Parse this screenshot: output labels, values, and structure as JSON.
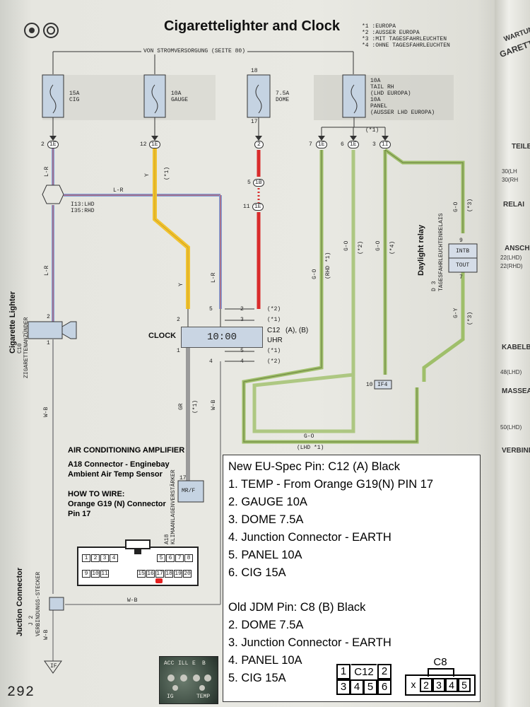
{
  "title": "Cigarettelighter and Clock",
  "header_note": "VON STROMVERSORGUNG (SEITE 80)",
  "legend": [
    "*1 :EUROPA",
    "*2 :AUSSER EUROPA",
    "*3 :MIT TAGESFAHRLEUCHTEN",
    "*4 :OHNE TAGESFAHRLEUCHTEN"
  ],
  "fuses": {
    "cig": {
      "rating": "15A",
      "name": "CIG"
    },
    "gauge": {
      "rating": "10A",
      "name": "GAUGE"
    },
    "dome": {
      "rating": "7.5A",
      "name": "DOME",
      "pin_top": "18",
      "pin_bottom": "17"
    },
    "tail": {
      "text1": "10A",
      "text2": "TAIL RH",
      "text3": "(LHD EUROPA)",
      "text4": "10A",
      "text5": "PANEL",
      "text6": "(AUSSER LHD EUROPA)"
    }
  },
  "connectors": {
    "c1": "2",
    "c1_code": "1E",
    "c2": "12",
    "c2_code": "1E",
    "c3": "2",
    "c4": "7",
    "c4_code": "1E",
    "c5": "6",
    "c5_code": "1E",
    "c6": "3",
    "c6_code": "1I",
    "d5": "5",
    "d5_code": "1B",
    "d11": "11",
    "d11_code": "1E",
    "if4_pin": "10",
    "if4": "IF4"
  },
  "wire_labels": {
    "lr": "L-R",
    "y": "Y",
    "go": "G-O",
    "gy": "G-Y",
    "wb": "W-B",
    "gr": "GR"
  },
  "tags": {
    "s1": "(*1)",
    "s2": "(*2)",
    "s3": "(*3)",
    "s4": "(*4)",
    "rhd1": "(RHD *1)",
    "lhd1": "(LHD *1)",
    "i13": "I13:LHD",
    "i35": "I35:RHD"
  },
  "clock": {
    "label": "CLOCK",
    "time": "10:00",
    "code": "C12",
    "pins_ab": "(A), (B)",
    "uhr": "UHR",
    "pin_2a": "2",
    "pin_5b": "5",
    "pin_1a": "1",
    "pin_4b": "4",
    "right_2": "2",
    "right_3": "3",
    "right_5": "5",
    "right_4": "4"
  },
  "daylight_relay": {
    "name": "Daylight relay",
    "code": "D 3",
    "de": "TAGESFAHRLEUCHTENRELAIS",
    "intb": "INTB",
    "tout": "TOUT",
    "pin9": "9",
    "pin7": "7"
  },
  "cig_lighter": {
    "name": "Cigarette Lighter",
    "code": "C10",
    "de": "ZIGARETTENANZÜNDER",
    "pin2": "2",
    "pin1": "1"
  },
  "amp": {
    "title": "AIR CONDITIONING AMPLIFIER",
    "a18_line1": "A18 Connector - Enginebay",
    "a18_line2": "Ambient Air Temp Sensor",
    "howto1": "HOW TO WIRE:",
    "howto2": "Orange G19 (N) Connector",
    "howto3": "Pin 17",
    "box": "MR/F",
    "pin17": "17",
    "code": "A18",
    "de": "KLIMAANLAGENVERSTÄRKER",
    "pins_top": [
      "1",
      "2",
      "3",
      "4",
      "5",
      "6",
      "7",
      "8"
    ],
    "pins_bottom": [
      "9",
      "10",
      "11",
      "15",
      "16",
      "17",
      "18",
      "19",
      "20"
    ]
  },
  "junction": {
    "name": "Juction Connector",
    "code": "J 2",
    "de": "VERBINDUNGS-STECKER",
    "ground": "IF"
  },
  "info": {
    "l1": "New EU-Spec Pin: C12 (A) Black",
    "l2": "1. TEMP - From Orange G19(N) PIN 17",
    "l3": "2. GAUGE 10A",
    "l4": "3. DOME 7.5A",
    "l5": "4. Junction Connector - EARTH",
    "l6": "5. PANEL 10A",
    "l7": "6. CIG 15A",
    "l8": "Old JDM Pin: C8 (B) Black",
    "l9": "2. DOME 7.5A",
    "l10": "3. Junction Connector - EARTH",
    "l11": "4. PANEL 10A",
    "l12": "5. CIG 15A",
    "c12_label": "C12",
    "c12_pins_top": [
      "1",
      "2"
    ],
    "c12_pins_bottom": [
      "3",
      "4",
      "5",
      "6"
    ],
    "c8_label": "C8",
    "c8_pins": [
      "x",
      "2",
      "3",
      "4",
      "5"
    ]
  },
  "photo_labels": {
    "acc": "ACC",
    "ill": "ILL",
    "e": "E",
    "b": "B",
    "ig": "IG",
    "temp": "TEMP"
  },
  "page_number": "292",
  "side_page": {
    "t1": "WARTUNG",
    "t2": "GARETT",
    "t3": "TEILE",
    "t4": "RELAI",
    "t5": "ANSCH",
    "t6": "KABELB",
    "t7": "MASSEA",
    "t8": "VERBIND",
    "v1": "30(LH",
    "v2": "30(RH",
    "v3": "22(LHD)",
    "v4": "22(RHD)",
    "v5": "48(LHD)",
    "v6": "50(LHD)"
  },
  "colors": {
    "red_wire": "#d92b2b",
    "yellow_wire": "#f0c330",
    "blue_wire": "#7f9fd8",
    "green_wire": "#9fbf6a",
    "gray_wire": "#9a9a9a",
    "clock_fill": "#c9d5e3",
    "fuse_fill": "#c5d3e2"
  }
}
